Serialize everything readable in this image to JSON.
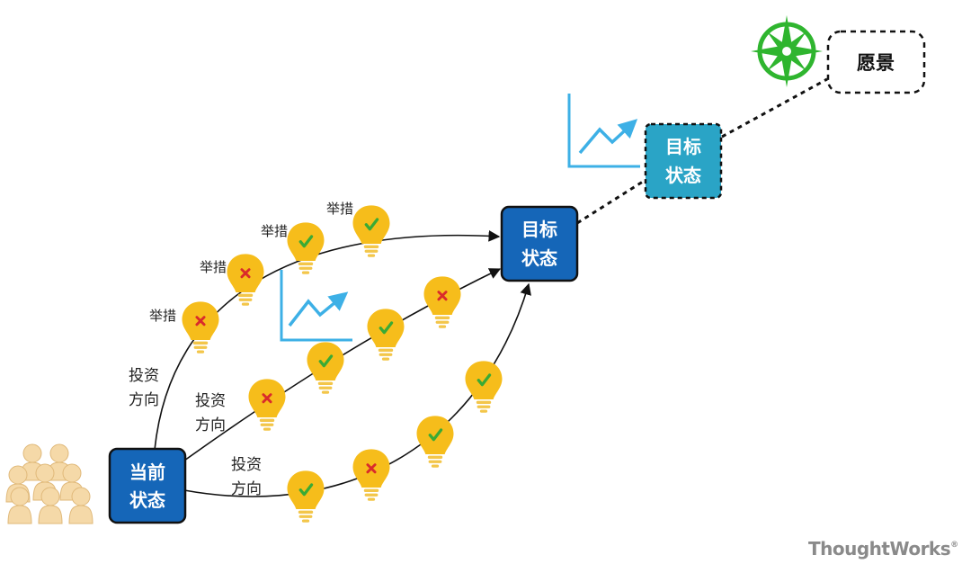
{
  "boxes": {
    "current": {
      "line1": "当前",
      "line2": "状态"
    },
    "target": {
      "line1": "目标",
      "line2": "状态"
    },
    "target_next": {
      "line1": "目标",
      "line2": "状态"
    },
    "vision": "愿景"
  },
  "labels": {
    "initiative": "举措",
    "invest_line1": "投资",
    "invest_line2": "方向"
  },
  "brand": "ThoughtWorks",
  "brand_mark": "®",
  "colors": {
    "box_dark": "#1566b8",
    "box_light": "#2aa4c6",
    "bulb": "#f6bd1b",
    "bulb_base": "#f3c64a",
    "check": "#3aaa35",
    "cross": "#d92b2b",
    "chart_line": "#3db0e6",
    "compass": "#2fb52f",
    "people": "#f5d9a8"
  },
  "icons": [
    "people-group-icon",
    "lightbulb-icon",
    "checkmark-icon",
    "cross-icon",
    "growth-chart-icon",
    "compass-icon"
  ]
}
